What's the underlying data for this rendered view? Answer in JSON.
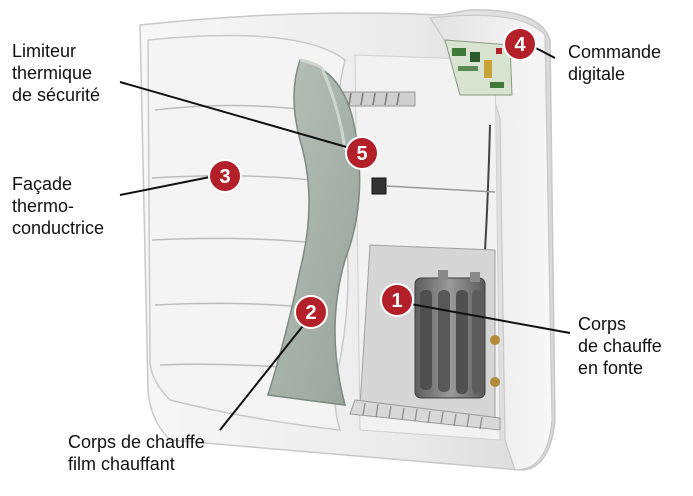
{
  "labels": {
    "limiteur": [
      "Limiteur",
      "thermique",
      "de sécurité"
    ],
    "facade": [
      "Façade",
      "thermo-",
      "conductrice"
    ],
    "film": [
      "Corps de chauffe",
      "film chauffant"
    ],
    "commande": [
      "Commande",
      "digitale"
    ],
    "fonte": [
      "Corps",
      "de chauffe",
      "en fonte"
    ]
  },
  "badges": {
    "b1": "1",
    "b2": "2",
    "b3": "3",
    "b4": "4",
    "b5": "5"
  },
  "colors": {
    "badge": "#b3202a",
    "leader": "#111111",
    "panel": "#eeeeee",
    "film": "#a9b4ac",
    "cast_iron": "#6f6f6f"
  }
}
